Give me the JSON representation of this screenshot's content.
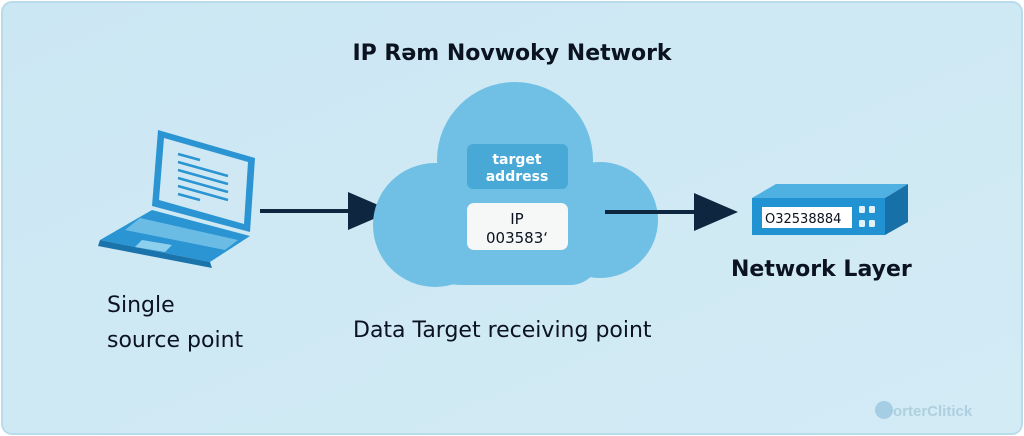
{
  "title": "IP Rəm Novwoky Network",
  "source": {
    "line1": "Single",
    "line2": "source point"
  },
  "cloud": {
    "target_line1": "target",
    "target_line2": "address",
    "ip_label": "IP",
    "ip_value": "003583‘",
    "caption": "Data Target receiving point"
  },
  "device": {
    "display": "O32538884",
    "caption": "Network Layer"
  },
  "watermark": "OorterClitick",
  "colors": {
    "background": "#cfe8f3",
    "cloud": "#6fc0e4",
    "device": "#1f8fcf",
    "arrow": "#0f2640"
  }
}
